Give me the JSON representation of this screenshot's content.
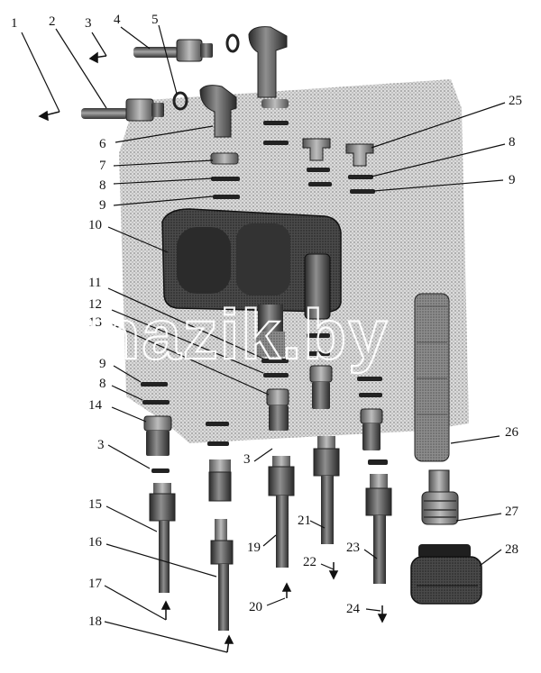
{
  "diagram": {
    "watermark": "mazik.by",
    "callouts": [
      "1",
      "2",
      "3",
      "4",
      "5",
      "6",
      "7",
      "8",
      "9",
      "10",
      "11",
      "12",
      "13",
      "9",
      "8",
      "14",
      "3",
      "15",
      "16",
      "17",
      "18",
      "3",
      "19",
      "20",
      "21",
      "22",
      "23",
      "24",
      "25",
      "8",
      "9",
      "26",
      "27",
      "28"
    ]
  },
  "colors": {
    "ink": "#111111",
    "halftone_plate": "#c8c8c8",
    "dark_part": "#3a3a3a",
    "mid_part": "#7a7a7a"
  }
}
